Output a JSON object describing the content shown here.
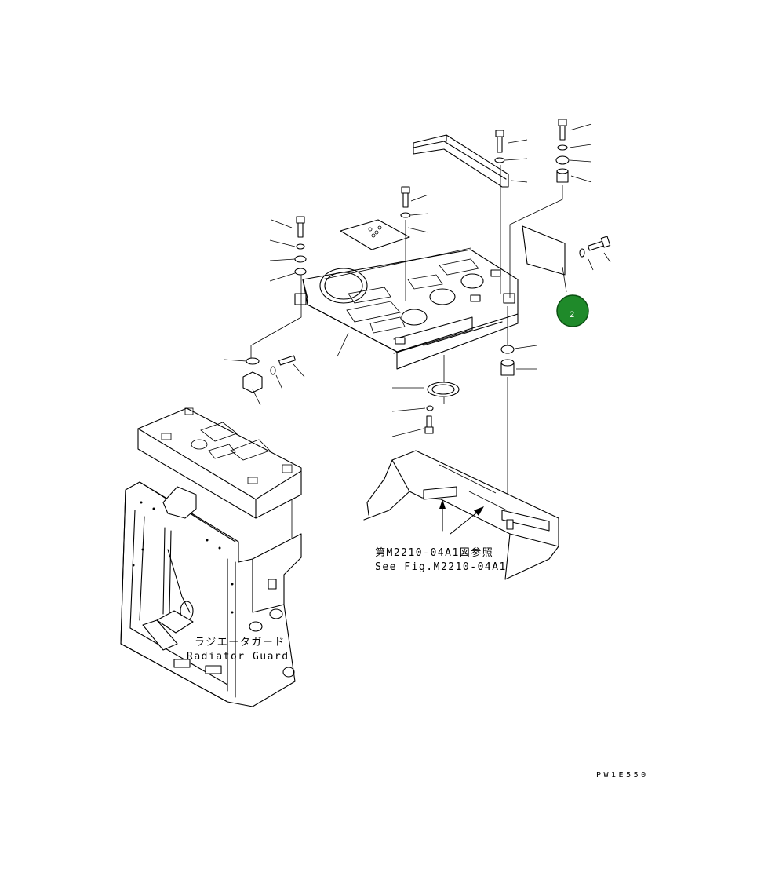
{
  "diagram": {
    "reference_label_jp": "第M2210-04A1図参照",
    "reference_label_en": "See Fig.M2210-04A1",
    "radiator_label_jp": "ラジエータガード",
    "radiator_label_en": "Radiator Guard",
    "drawing_code": "PW1E550",
    "callout_badge": {
      "number": "2",
      "color": "#1f8a2a"
    }
  }
}
